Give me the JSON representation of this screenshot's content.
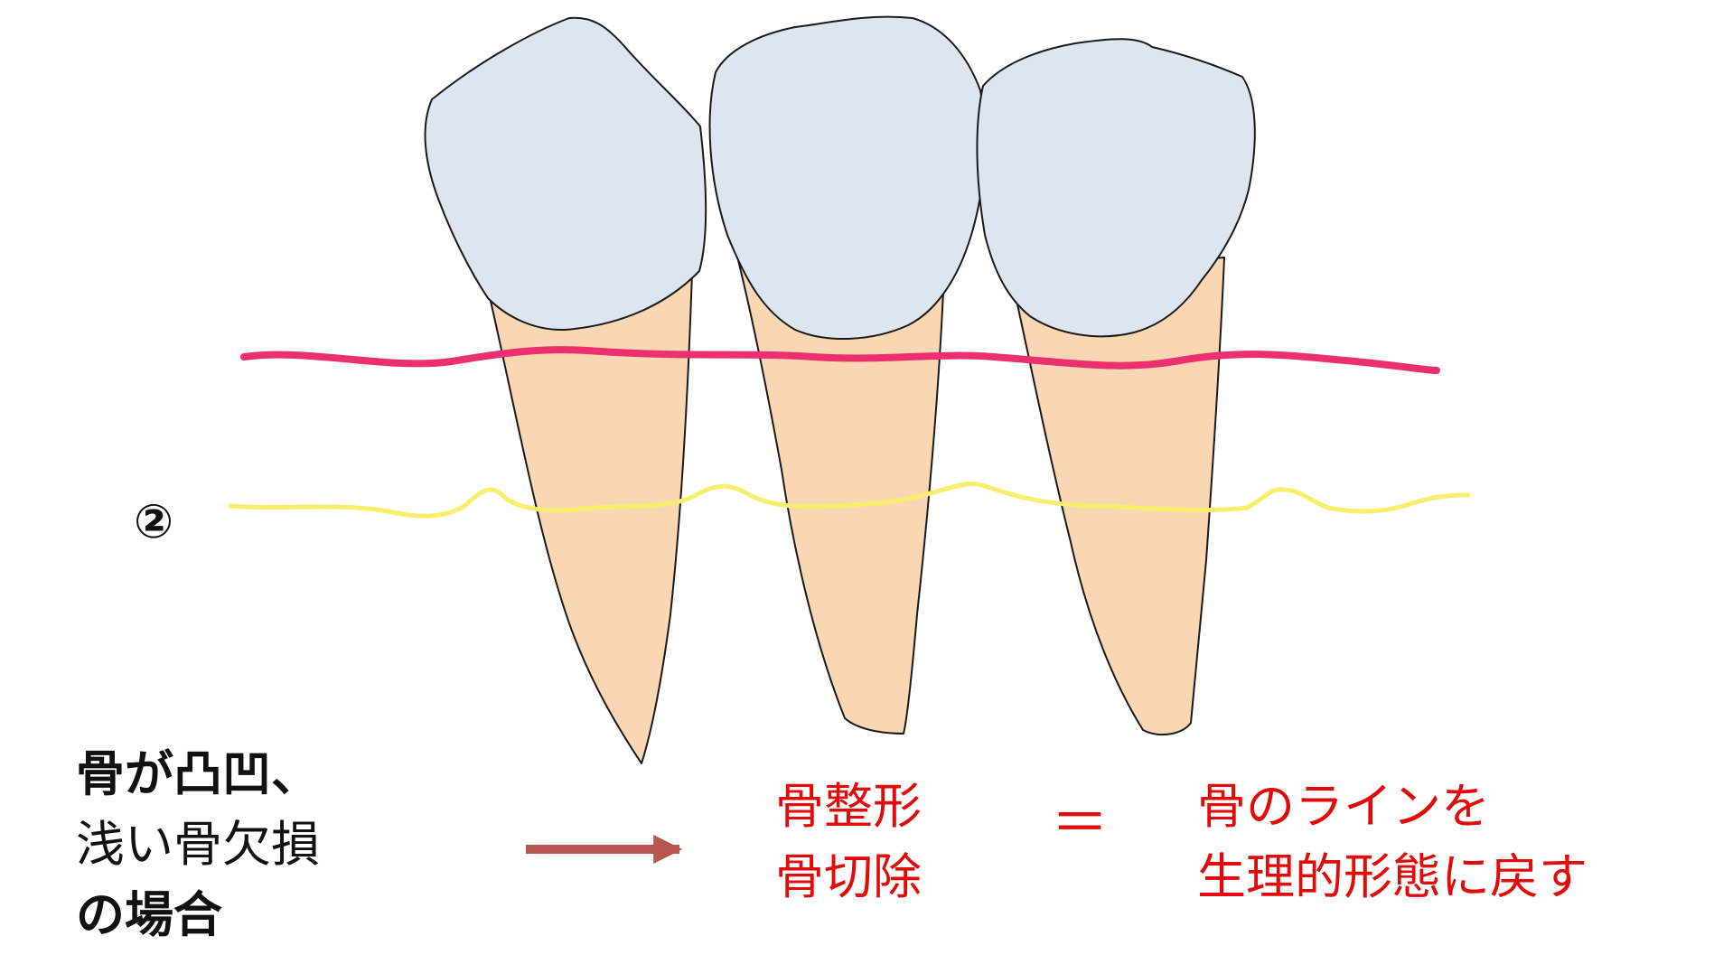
{
  "step_marker": "②",
  "condition": {
    "line1": "骨が凸凹、",
    "line2": "浅い骨欠損",
    "line3": "の場合"
  },
  "procedure": {
    "line1": "骨整形",
    "line2": "骨切除"
  },
  "equals_sign": "＝",
  "result": {
    "line1": "骨のラインを",
    "line2": "生理的形態に戻す"
  },
  "colors": {
    "crown_fill": "#dde5f0",
    "root_fill": "#fbd6b2",
    "gum_line": "#ec2f6f",
    "bone_line": "#f8ee6e",
    "arrow": "#b5574e",
    "emphasis_text": "#e10b0b"
  }
}
